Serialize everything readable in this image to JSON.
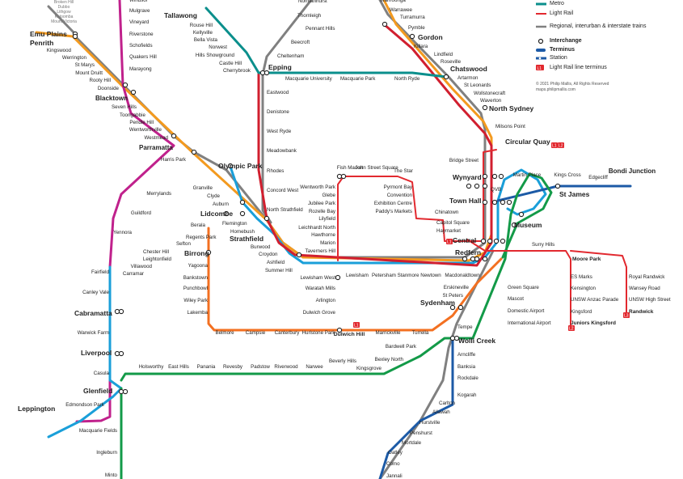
{
  "colors": {
    "metro": "#0b8f8c",
    "lightrail": "#e2292f",
    "regional": "#808080",
    "t1": "#f39a1f",
    "t2": "#1a9fd9",
    "t3": "#f37021",
    "t4": "#1c5aa6",
    "t5": "#c0218c",
    "t8": "#139a48",
    "t9": "#d11f2f",
    "north": "#808080"
  },
  "legend": {
    "metro": "Metro",
    "lightrail": "Light Rail",
    "regional": "Regional, interurban & interstate trains",
    "interchange": "Interchange",
    "terminus": "Terminus",
    "station": "Station",
    "lr_terminus": "Light Rail line terminus",
    "copyright": "© 2021 Philip Mallis, All Rights Reserved",
    "website": "maps.philipmallis.com"
  },
  "badges": {
    "l1": "L1",
    "l2": "L2",
    "l3": "L3"
  },
  "regional_stations": [
    "Broken Hill",
    "Dubbo",
    "Lithgow",
    "Katoomba",
    "Mount Victoria"
  ],
  "stations": {
    "windsor": "Windsor",
    "mulgrave": "Mulgrave",
    "vineyard": "Vineyard",
    "riverstone": "Riverstone",
    "schofields": "Schofields",
    "quakers_hill": "Quakers Hill",
    "marayong": "Marayong",
    "emu_plains": "Emu Plains",
    "penrith": "Penrith",
    "kingswood": "Kingswood",
    "werrington": "Werrington",
    "st_marys": "St Marys",
    "mount_druitt": "Mount Druitt",
    "rooty_hill": "Rooty Hill",
    "doonside": "Doonside",
    "blacktown": "Blacktown",
    "seven_hills": "Seven Hills",
    "toongabbie": "Toongabbie",
    "pendle_hill": "Pendle Hill",
    "wentworthville": "Wentworthville",
    "westmead": "Westmead",
    "parramatta": "Parramatta",
    "harris_park": "Harris Park",
    "tallawong": "Tallawong",
    "rouse_hill": "Rouse Hill",
    "kellyville": "Kellyville",
    "bella_vista": "Bella Vista",
    "norwest": "Norwest",
    "hills_showground": "Hills Showground",
    "castle_hill": "Castle Hill",
    "cherrybrook": "Cherrybrook",
    "normanhurst": "Normanhurst",
    "thornleigh": "Thornleigh",
    "pennant_hills": "Pennant Hills",
    "beecroft": "Beecroft",
    "cheltenham": "Cheltenham",
    "epping": "Epping",
    "macquarie_university": "Macquarie University",
    "macquarie_park": "Macquarie Park",
    "north_ryde": "North Ryde",
    "eastwood": "Eastwood",
    "denistone": "Denistone",
    "west_ryde": "West Ryde",
    "meadowbank": "Meadowbank",
    "rhodes": "Rhodes",
    "concord_west": "Concord West",
    "north_strathfield": "North Strathfield",
    "wahroonga": "Wahroonga",
    "warrawee": "Warrawee",
    "turramurra": "Turramurra",
    "pymble": "Pymble",
    "gordon": "Gordon",
    "killara": "Killara",
    "lindfield": "Lindfield",
    "roseville": "Roseville",
    "chatswood": "Chatswood",
    "artarmon": "Artarmon",
    "st_leonards": "St Leonards",
    "wollstonecraft": "Wollstonecraft",
    "waverton": "Waverton",
    "north_sydney": "North Sydney",
    "milsons_point": "Milsons Point",
    "circular_quay": "Circular Quay",
    "bridge_street": "Bridge Street",
    "wynyard": "Wynyard",
    "qvb": "QVB",
    "martin_place": "Martin Place",
    "kings_cross": "Kings Cross",
    "edgecliff": "Edgecliff",
    "bondi_junction": "Bondi Junction",
    "st_james": "St James",
    "town_hall": "Town Hall",
    "museum": "Museum",
    "central": "Central",
    "redfern": "Redfern",
    "fish_market": "Fish Market",
    "john_street_square": "John Street Square",
    "the_star": "The Star",
    "pyrmont_bay": "Pyrmont Bay",
    "convention": "Convention",
    "exhibition_centre": "Exhibition Centre",
    "paddys_markets": "Paddy's Markets",
    "chinatown": "Chinatown",
    "capitol_square": "Capitol Square",
    "haymarket": "Haymarket",
    "wentworth_park": "Wentworth Park",
    "glebe": "Glebe",
    "jubilee_park": "Jubilee Park",
    "rozelle_bay": "Rozelle Bay",
    "lilyfield": "Lilyfield",
    "leichhardt_north": "Leichhardt North",
    "hawthorne": "Hawthorne",
    "marion": "Marion",
    "taverners_hill": "Taverners Hill",
    "olympic_park": "Olympic Park",
    "granville": "Granville",
    "clyde": "Clyde",
    "auburn": "Auburn",
    "lidcombe": "Lidcombe",
    "flemington": "Flemington",
    "homebush": "Homebush",
    "strathfield": "Strathfield",
    "burwood": "Burwood",
    "croydon": "Croydon",
    "ashfield": "Ashfield",
    "summer_hill": "Summer Hill",
    "merrylands": "Merrylands",
    "guildford": "Guildford",
    "yennora": "Yennora",
    "berala": "Berala",
    "regents_park": "Regents Park",
    "sefton": "Sefton",
    "chester_hill": "Chester Hill",
    "leightonfield": "Leightonfield",
    "villawood": "Villawood",
    "carramar": "Carramar",
    "fairfield": "Fairfield",
    "canley_vale": "Canley Vale",
    "cabramatta": "Cabramatta",
    "warwick_farm": "Warwick Farm",
    "liverpool": "Liverpool",
    "casula": "Casula",
    "glenfield": "Glenfield",
    "leppington": "Leppington",
    "edmondson_park": "Edmondson Park",
    "macquarie_fields": "Macquarie Fields",
    "ingleburn": "Ingleburn",
    "minto": "Minto",
    "birrong": "Birrong",
    "yagoona": "Yagoona",
    "bankstown": "Bankstown",
    "punchbowl": "Punchbowl",
    "wiley_park": "Wiley Park",
    "lakemba": "Lakemba",
    "belmore": "Belmore",
    "campsie": "Campsie",
    "canterbury": "Canterbury",
    "hurlstone_park": "Hurlstone Park",
    "dulwich_hill": "Dulwich Hill",
    "marrickville": "Marrickville",
    "turrella": "Turrella",
    "lewisham_west": "Lewisham West",
    "lewisham": "Lewisham",
    "petersham": "Petersham",
    "stanmore": "Stanmore",
    "newtown": "Newtown",
    "macdonaldtown": "Macdonaldtown",
    "waratah_mills": "Waratah Mills",
    "arlington": "Arlington",
    "dulwich_grove": "Dulwich Grove",
    "erskineville": "Erskineville",
    "st_peters": "St Peters",
    "sydenham": "Sydenham",
    "tempe": "Tempe",
    "wolli_creek": "Wolli Creek",
    "bardwell_park": "Bardwell Park",
    "bexley_north": "Bexley North",
    "kingsgrove": "Kingsgrove",
    "beverly_hills": "Beverly Hills",
    "narwee": "Narwee",
    "riverwood": "Riverwood",
    "padstow": "Padstow",
    "revesby": "Revesby",
    "panania": "Panania",
    "east_hills": "East Hills",
    "holsworthy": "Holsworthy",
    "green_square": "Green Square",
    "mascot": "Mascot",
    "domestic_airport": "Domestic Airport",
    "international_airport": "International Airport",
    "arncliffe": "Arncliffe",
    "banksia": "Banksia",
    "rockdale": "Rockdale",
    "kogarah": "Kogarah",
    "carlton": "Carlton",
    "allawah": "Allawah",
    "hurstville": "Hurstville",
    "penshurst": "Penshurst",
    "mortdale": "Mortdale",
    "oatley": "Oatley",
    "como": "Como",
    "jannali": "Jannali",
    "surry_hills": "Surry Hills",
    "moore_park": "Moore Park",
    "es_marks": "ES Marks",
    "kensington": "Kensington",
    "unsw_anzac_parade": "UNSW Anzac Parade",
    "kingsford": "Kingsford",
    "juniors_kingsford": "Juniors Kingsford",
    "royal_randwick": "Royal Randwick",
    "wansey_road": "Wansey Road",
    "unsw_high_street": "UNSW High Street",
    "randwick": "Randwick"
  }
}
